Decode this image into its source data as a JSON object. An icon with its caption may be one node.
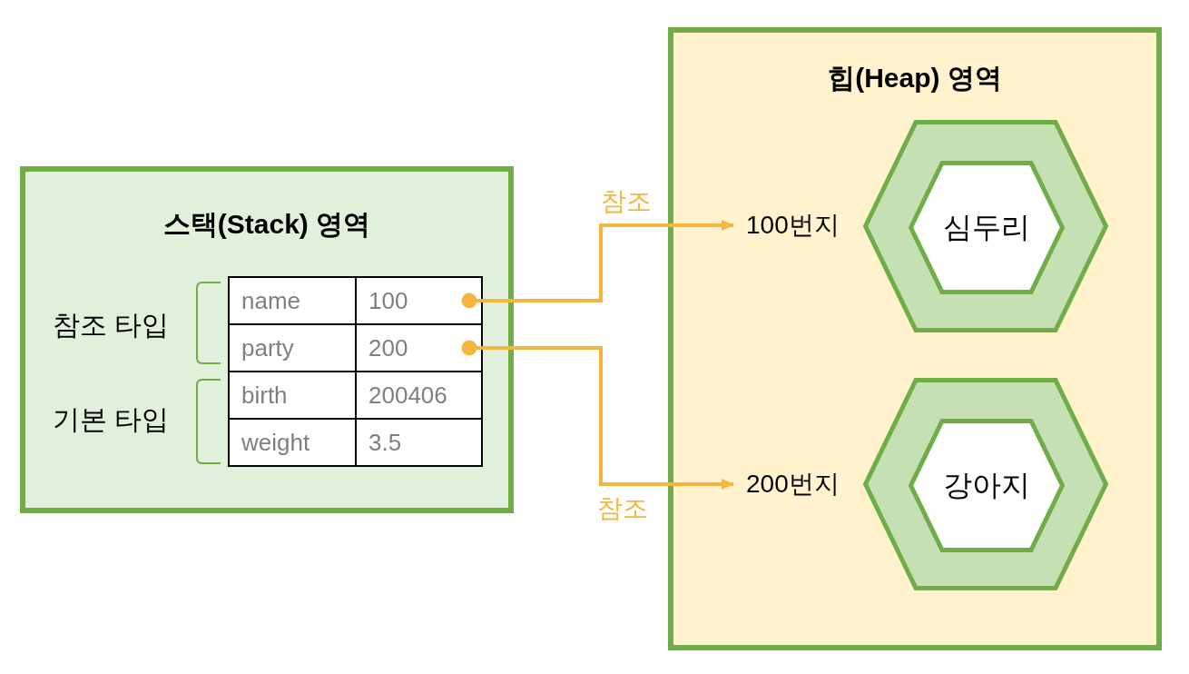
{
  "diagram": {
    "nodes": [
      {
        "text": [
          "스택(Stack) 영역"
        ]
      },
      {
        "text": [
          "name"
        ],
        "in": 0
      },
      {
        "text": [
          "100"
        ],
        "in": 0
      },
      {
        "text": [
          "party"
        ],
        "in": 0
      },
      {
        "text": [
          "200"
        ],
        "in": 0
      },
      {
        "text": [
          "birth"
        ],
        "in": 0
      },
      {
        "text": [
          "200406"
        ],
        "in": 0
      },
      {
        "text": [
          "weight"
        ],
        "in": 0
      },
      {
        "text": [
          "3.5"
        ],
        "in": 0
      },
      {
        "text": [
          "힙(Heap) 영역"
        ]
      },
      {
        "text": [
          "100번지"
        ],
        "in": 9
      },
      {
        "text": [],
        "shape": "hexagon",
        "in": 9
      },
      {
        "text": [
          "심두리"
        ],
        "in": 11
      },
      {
        "text": [
          "200번지"
        ],
        "in": 9
      },
      {
        "text": [],
        "shape": "hexagon",
        "in": 9
      },
      {
        "text": [
          "강아지"
        ],
        "in": 14
      }
    ],
    "edges": [
      {
        "from": 2,
        "to": 10,
        "arrow": "to",
        "label": "참조"
      },
      {
        "from": 4,
        "to": 13,
        "arrow": "to",
        "label": "참조"
      }
    ],
    "labels": [
      "참조 타입",
      "기본 타입"
    ]
  }
}
